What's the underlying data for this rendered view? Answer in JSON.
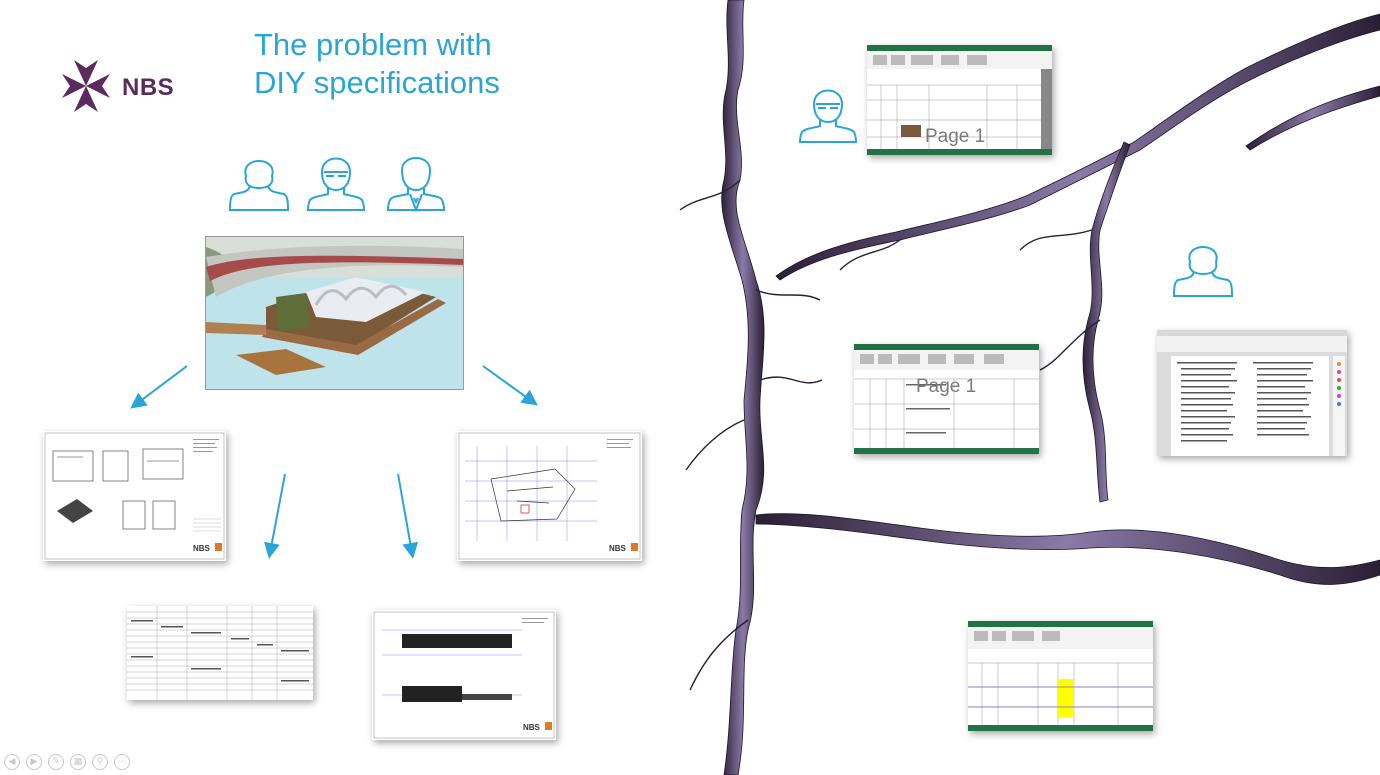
{
  "slide": {
    "title_line1": "The problem with",
    "title_line2": "DIY specifications"
  },
  "logo": {
    "text": "NBS",
    "color": "#5b2a5e"
  },
  "colors": {
    "accent": "#2aa5d6",
    "crack": "#3a2a4a",
    "excel_green": "#217346"
  },
  "documents": {
    "sheet_top_label": "Page 1",
    "sheet_mid_label": "Page 1",
    "drawing_brand_left": "NBS",
    "drawing_brand_right": "NBS",
    "drawing_brand_bottom": "NBS"
  },
  "icons": [
    "female-user-icon",
    "male-user-icon",
    "business-user-icon",
    "model-3d-icon",
    "arrow-icon",
    "crack-graphic"
  ],
  "slideshow_controls": [
    "previous-icon",
    "next-icon",
    "pen-icon",
    "slides-icon",
    "zoom-icon",
    "more-icon"
  ]
}
